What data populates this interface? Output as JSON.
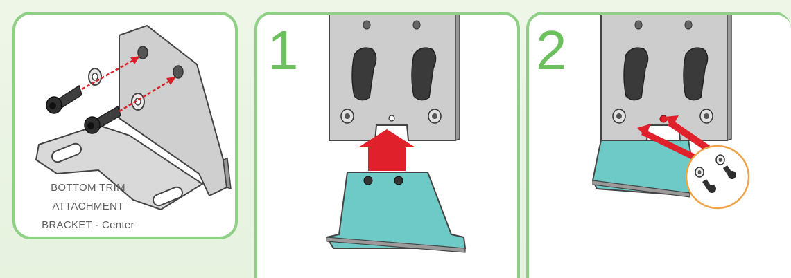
{
  "panel_a": {
    "caption_lines": [
      "BOTTOM TRIM",
      "ATTACHMENT",
      "BRACKET - Center"
    ]
  },
  "panel_b": {
    "step_number": "1"
  },
  "panel_c": {
    "step_number": "2"
  },
  "colors": {
    "border_green": "#8fcf86",
    "step_number_green": "#6cc05e",
    "bracket_teal": "#6dcac6",
    "arrow_red": "#e0202a",
    "callout_orange": "#f0a24a",
    "metal_gray": "#c9c9c9"
  }
}
